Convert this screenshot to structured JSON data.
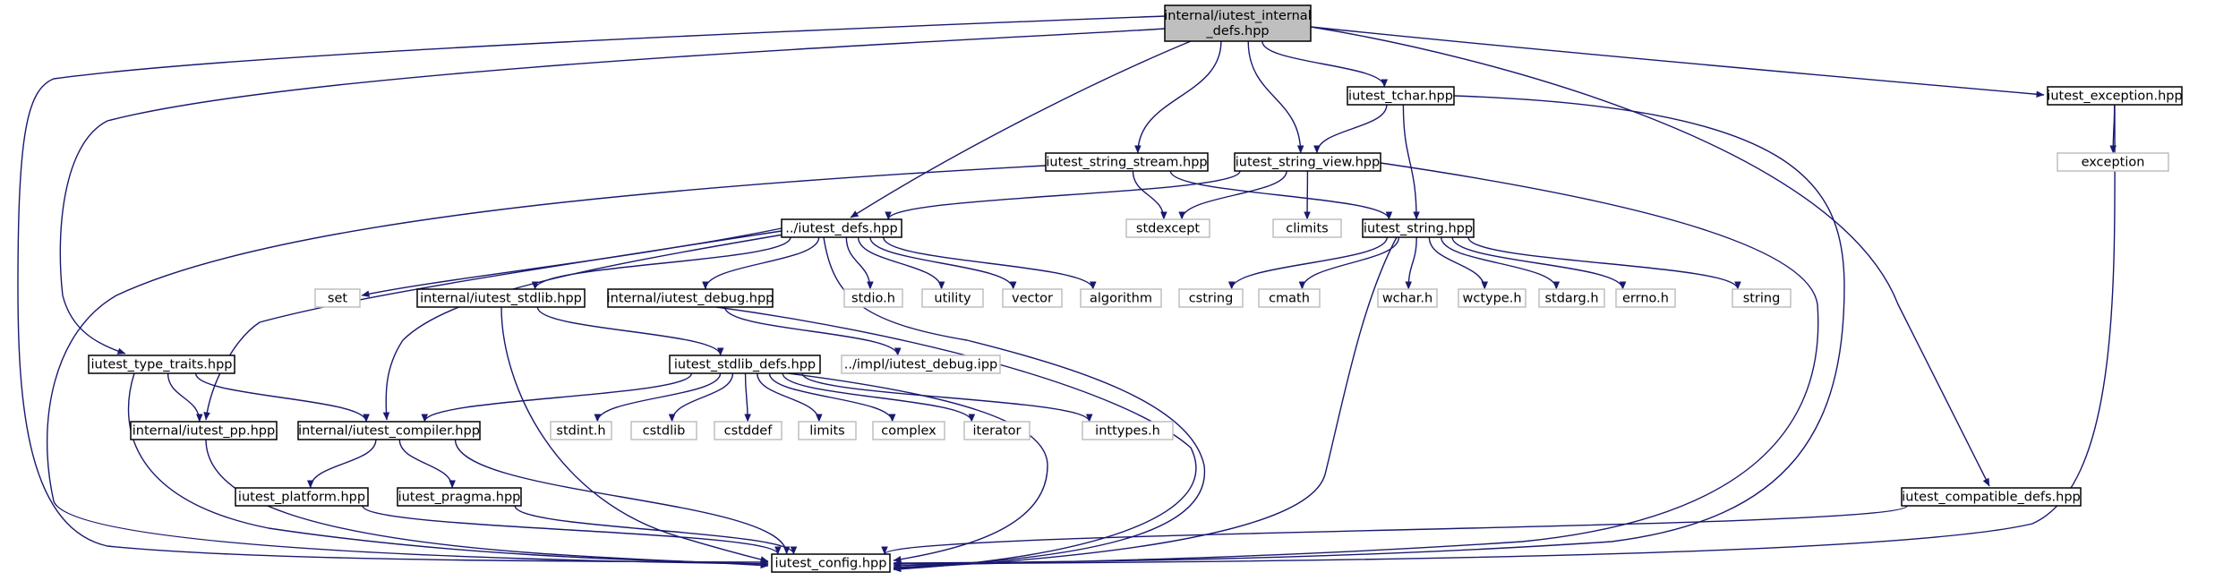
{
  "diagram": {
    "type": "include-dependency-graph",
    "colors": {
      "edge": "#191970",
      "node_border": "#000000",
      "root_fill": "#bfbfbf",
      "node_fill": "#ffffff",
      "external_border": "#bfbfbf"
    },
    "nodes": [
      {
        "id": "root",
        "lines": [
          "internal/iutest_internal",
          "_defs.hpp"
        ],
        "kind": "root"
      },
      {
        "id": "tchar",
        "lines": [
          "iutest_tchar.hpp"
        ],
        "kind": "file"
      },
      {
        "id": "exception_hpp",
        "lines": [
          "iutest_exception.hpp"
        ],
        "kind": "file"
      },
      {
        "id": "exception",
        "lines": [
          "exception"
        ],
        "kind": "external"
      },
      {
        "id": "string_stream",
        "lines": [
          "iutest_string_stream.hpp"
        ],
        "kind": "file"
      },
      {
        "id": "string_view",
        "lines": [
          "iutest_string_view.hpp"
        ],
        "kind": "file"
      },
      {
        "id": "defs",
        "lines": [
          "../iutest_defs.hpp"
        ],
        "kind": "file"
      },
      {
        "id": "stdexcept",
        "lines": [
          "stdexcept"
        ],
        "kind": "external"
      },
      {
        "id": "climits",
        "lines": [
          "climits"
        ],
        "kind": "external"
      },
      {
        "id": "string_hpp",
        "lines": [
          "iutest_string.hpp"
        ],
        "kind": "file"
      },
      {
        "id": "set",
        "lines": [
          "set"
        ],
        "kind": "external"
      },
      {
        "id": "stdlib_hpp",
        "lines": [
          "internal/iutest_stdlib.hpp"
        ],
        "kind": "file"
      },
      {
        "id": "debug_hpp",
        "lines": [
          "internal/iutest_debug.hpp"
        ],
        "kind": "file"
      },
      {
        "id": "stdio",
        "lines": [
          "stdio.h"
        ],
        "kind": "external"
      },
      {
        "id": "utility",
        "lines": [
          "utility"
        ],
        "kind": "external"
      },
      {
        "id": "vector",
        "lines": [
          "vector"
        ],
        "kind": "external"
      },
      {
        "id": "algorithm",
        "lines": [
          "algorithm"
        ],
        "kind": "external"
      },
      {
        "id": "cstring",
        "lines": [
          "cstring"
        ],
        "kind": "external"
      },
      {
        "id": "cmath",
        "lines": [
          "cmath"
        ],
        "kind": "external"
      },
      {
        "id": "wchar",
        "lines": [
          "wchar.h"
        ],
        "kind": "external"
      },
      {
        "id": "wctype",
        "lines": [
          "wctype.h"
        ],
        "kind": "external"
      },
      {
        "id": "stdarg",
        "lines": [
          "stdarg.h"
        ],
        "kind": "external"
      },
      {
        "id": "errno",
        "lines": [
          "errno.h"
        ],
        "kind": "external"
      },
      {
        "id": "string",
        "lines": [
          "string"
        ],
        "kind": "external"
      },
      {
        "id": "type_traits",
        "lines": [
          "iutest_type_traits.hpp"
        ],
        "kind": "file"
      },
      {
        "id": "stdlib_defs",
        "lines": [
          "iutest_stdlib_defs.hpp"
        ],
        "kind": "file"
      },
      {
        "id": "debug_ipp",
        "lines": [
          "../impl/iutest_debug.ipp"
        ],
        "kind": "external"
      },
      {
        "id": "pp",
        "lines": [
          "internal/iutest_pp.hpp"
        ],
        "kind": "file"
      },
      {
        "id": "compiler",
        "lines": [
          "internal/iutest_compiler.hpp"
        ],
        "kind": "file"
      },
      {
        "id": "stdint",
        "lines": [
          "stdint.h"
        ],
        "kind": "external"
      },
      {
        "id": "cstdlib",
        "lines": [
          "cstdlib"
        ],
        "kind": "external"
      },
      {
        "id": "cstddef",
        "lines": [
          "cstddef"
        ],
        "kind": "external"
      },
      {
        "id": "limits",
        "lines": [
          "limits"
        ],
        "kind": "external"
      },
      {
        "id": "complex",
        "lines": [
          "complex"
        ],
        "kind": "external"
      },
      {
        "id": "iterator",
        "lines": [
          "iterator"
        ],
        "kind": "external"
      },
      {
        "id": "inttypes",
        "lines": [
          "inttypes.h"
        ],
        "kind": "external"
      },
      {
        "id": "platform",
        "lines": [
          "iutest_platform.hpp"
        ],
        "kind": "file"
      },
      {
        "id": "pragma",
        "lines": [
          "iutest_pragma.hpp"
        ],
        "kind": "file"
      },
      {
        "id": "compatible",
        "lines": [
          "iutest_compatible_defs.hpp"
        ],
        "kind": "file"
      },
      {
        "id": "config",
        "lines": [
          "iutest_config.hpp"
        ],
        "kind": "file"
      }
    ],
    "edges": [
      [
        "root",
        "tchar"
      ],
      [
        "root",
        "exception_hpp"
      ],
      [
        "root",
        "string_stream"
      ],
      [
        "root",
        "string_view"
      ],
      [
        "root",
        "defs"
      ],
      [
        "root",
        "type_traits"
      ],
      [
        "root",
        "compatible"
      ],
      [
        "root",
        "config"
      ],
      [
        "tchar",
        "string_view"
      ],
      [
        "tchar",
        "string_hpp"
      ],
      [
        "tchar",
        "config"
      ],
      [
        "exception_hpp",
        "exception"
      ],
      [
        "exception_hpp",
        "config"
      ],
      [
        "string_stream",
        "stdexcept"
      ],
      [
        "string_stream",
        "string_hpp"
      ],
      [
        "string_stream",
        "config"
      ],
      [
        "string_view",
        "defs"
      ],
      [
        "string_view",
        "stdexcept"
      ],
      [
        "string_view",
        "climits"
      ],
      [
        "string_view",
        "config"
      ],
      [
        "defs",
        "set"
      ],
      [
        "defs",
        "stdlib_hpp"
      ],
      [
        "defs",
        "debug_hpp"
      ],
      [
        "defs",
        "stdio"
      ],
      [
        "defs",
        "utility"
      ],
      [
        "defs",
        "vector"
      ],
      [
        "defs",
        "algorithm"
      ],
      [
        "defs",
        "pp"
      ],
      [
        "defs",
        "compiler"
      ],
      [
        "defs",
        "config"
      ],
      [
        "string_hpp",
        "cstring"
      ],
      [
        "string_hpp",
        "cmath"
      ],
      [
        "string_hpp",
        "wchar"
      ],
      [
        "string_hpp",
        "wctype"
      ],
      [
        "string_hpp",
        "stdarg"
      ],
      [
        "string_hpp",
        "errno"
      ],
      [
        "string_hpp",
        "string"
      ],
      [
        "string_hpp",
        "config"
      ],
      [
        "stdlib_hpp",
        "stdlib_defs"
      ],
      [
        "stdlib_hpp",
        "config"
      ],
      [
        "debug_hpp",
        "debug_ipp"
      ],
      [
        "debug_hpp",
        "config"
      ],
      [
        "type_traits",
        "pp"
      ],
      [
        "type_traits",
        "compiler"
      ],
      [
        "type_traits",
        "config"
      ],
      [
        "stdlib_defs",
        "compiler"
      ],
      [
        "stdlib_defs",
        "stdint"
      ],
      [
        "stdlib_defs",
        "cstdlib"
      ],
      [
        "stdlib_defs",
        "cstddef"
      ],
      [
        "stdlib_defs",
        "limits"
      ],
      [
        "stdlib_defs",
        "complex"
      ],
      [
        "stdlib_defs",
        "iterator"
      ],
      [
        "stdlib_defs",
        "inttypes"
      ],
      [
        "stdlib_defs",
        "config"
      ],
      [
        "pp",
        "config"
      ],
      [
        "compiler",
        "platform"
      ],
      [
        "compiler",
        "pragma"
      ],
      [
        "compiler",
        "config"
      ],
      [
        "platform",
        "config"
      ],
      [
        "pragma",
        "config"
      ],
      [
        "compatible",
        "config"
      ]
    ]
  }
}
